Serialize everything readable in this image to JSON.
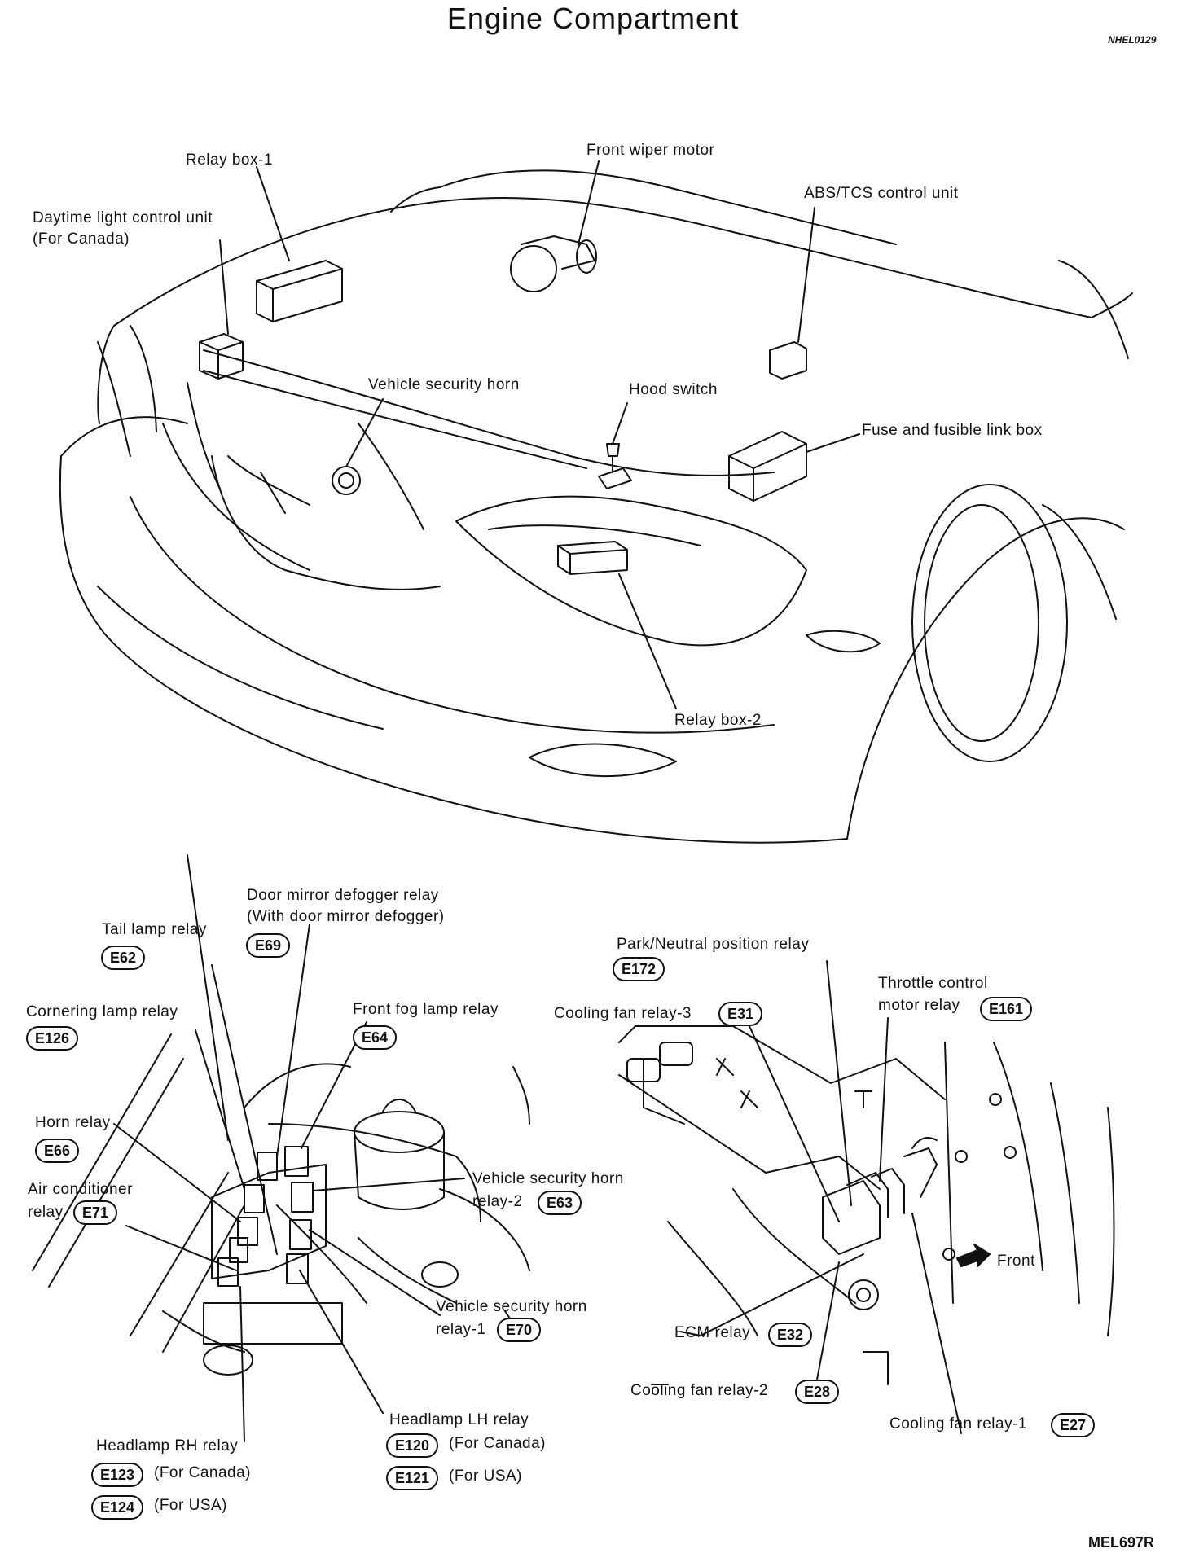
{
  "title": "Engine Compartment",
  "code_top": "NHEL0129",
  "code_bottom": "MEL697R",
  "upper": {
    "relay_box_1": "Relay box-1",
    "front_wiper_motor": "Front wiper motor",
    "abs_tcs": "ABS/TCS control unit",
    "daytime_light_1": "Daytime light control unit",
    "daytime_light_2": "(For Canada)",
    "vehicle_security_horn": "Vehicle security horn",
    "hood_switch": "Hood switch",
    "fuse_box": "Fuse and fusible link box",
    "relay_box_2": "Relay box-2"
  },
  "left_detail": {
    "door_mirror_1": "Door mirror defogger relay",
    "door_mirror_2": "(With door mirror defogger)",
    "door_mirror_code": "E69",
    "tail_lamp": "Tail lamp relay",
    "tail_lamp_code": "E62",
    "cornering": "Cornering lamp relay",
    "cornering_code": "E126",
    "front_fog": "Front fog lamp relay",
    "front_fog_code": "E64",
    "horn": "Horn relay",
    "horn_code": "E66",
    "ac_1": "Air conditioner",
    "ac_2": "relay",
    "ac_code": "E71",
    "vsh2_1": "Vehicle security horn",
    "vsh2_2": "relay-2",
    "vsh2_code": "E63",
    "vsh1_1": "Vehicle security horn",
    "vsh1_2": "relay-1",
    "vsh1_code": "E70",
    "headlamp_lh": "Headlamp LH relay",
    "headlamp_lh_code1": "E120",
    "headlamp_lh_note1": "(For Canada)",
    "headlamp_lh_code2": "E121",
    "headlamp_lh_note2": "(For USA)",
    "headlamp_rh": "Headlamp RH relay",
    "headlamp_rh_code1": "E123",
    "headlamp_rh_note1": "(For Canada)",
    "headlamp_rh_code2": "E124",
    "headlamp_rh_note2": "(For USA)"
  },
  "right_detail": {
    "park_neutral": "Park/Neutral position relay",
    "park_neutral_code": "E172",
    "throttle_1": "Throttle control",
    "throttle_2": "motor relay",
    "throttle_code": "E161",
    "cooling3": "Cooling fan relay-3",
    "cooling3_code": "E31",
    "front": "Front",
    "ecm": "ECM relay",
    "ecm_code": "E32",
    "cooling2": "Cooling fan relay-2",
    "cooling2_code": "E28",
    "cooling1": "Cooling fan relay-1",
    "cooling1_code": "E27"
  }
}
